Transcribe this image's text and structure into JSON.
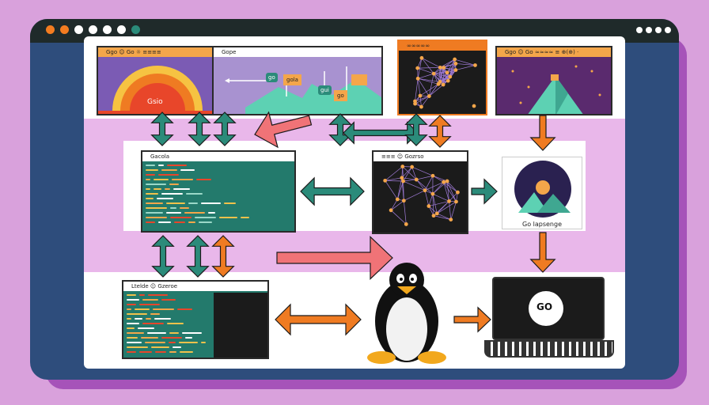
{
  "colors": {
    "page_bg": "#d9a1dc",
    "frame": "#2e4d7c",
    "titlebar": "#1f2a2a",
    "teal": "#2b8b7a",
    "orange": "#ef7b22",
    "coral": "#f07377",
    "purple_panel": "#7b5bb4",
    "dark_panel": "#1b1b1b",
    "code_panel": "#237a6c"
  },
  "window": {
    "left_dots": [
      "#f47c20",
      "#f47c20",
      "#ffffff",
      "#ffffff",
      "#ffffff",
      "#ffffff",
      "#2b8b7a"
    ],
    "right_dots": 4
  },
  "top_row": {
    "panel1_title": "Ggo ☺ Go ☼ ≡≡≡≡",
    "panel1_sun_label": "Gsio",
    "panel2_title": "Gope",
    "panel2_tags": [
      "go",
      "gola",
      "gui",
      "go"
    ],
    "panel3_title": "∞∞∞∞∞",
    "panel4_title": "Ggo ☺ Go ≈≈≈≈ ≡ ⊕(⊕) ·"
  },
  "mid_row": {
    "editor_title": "Gacola",
    "network_title": "≡≡≡ ☺ Gozrso",
    "card_caption": "Go lapsenge"
  },
  "bottom_row": {
    "terminal_title": "Ltelde ☺ Gzeroe",
    "laptop_screen_text": "GO"
  },
  "icons": [
    "linux-tux-icon",
    "laptop-icon",
    "sun-icon",
    "network-graph-icon",
    "mountain-icon"
  ]
}
